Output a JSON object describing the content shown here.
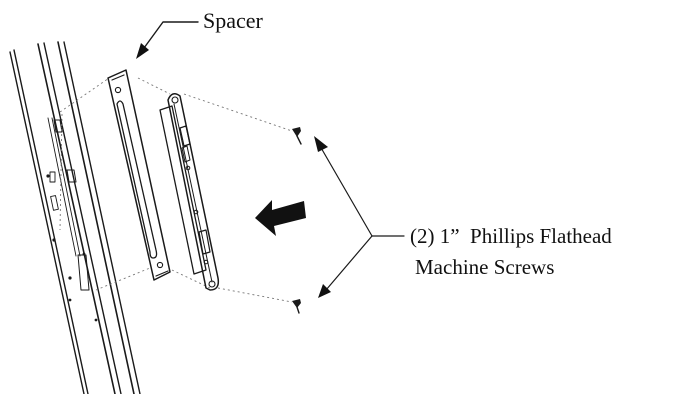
{
  "labels": {
    "spacer": "Spacer",
    "screws_line1": "(2) 1”  Phillips Flathead",
    "screws_line2": "Machine Screws"
  },
  "colors": {
    "ink": "#1a1a1a",
    "background": "#ffffff"
  }
}
